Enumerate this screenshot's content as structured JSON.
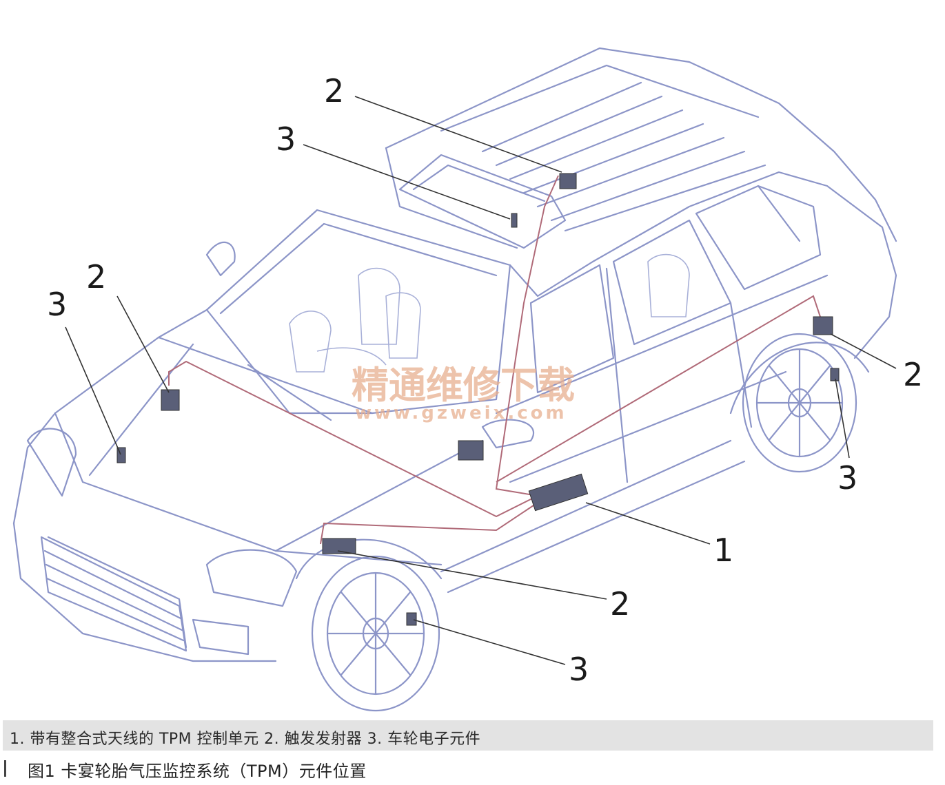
{
  "callouts": {
    "roof_transmitter": "2",
    "roof_wheel_element": "3",
    "front_left_transmitter": "2",
    "front_left_wheel_element": "3",
    "rear_right_transmitter": "2",
    "rear_right_wheel_element": "3",
    "control_unit": "1",
    "front_right_transmitter": "2",
    "front_right_wheel_element": "3"
  },
  "watermark": {
    "chinese": "精通维修下载",
    "url": "www.gzweix.com"
  },
  "legend": "1. 带有整合式天线的 TPM 控制单元  2. 触发发射器  3. 车轮电子元件",
  "caption": "图1    卡宴轮胎气压监控系统（TPM）元件位置",
  "colors": {
    "line_art": "#8c95c8",
    "wiring": "#b06a78",
    "leader": "#333333",
    "legend_bg": "#e3e3e3"
  }
}
